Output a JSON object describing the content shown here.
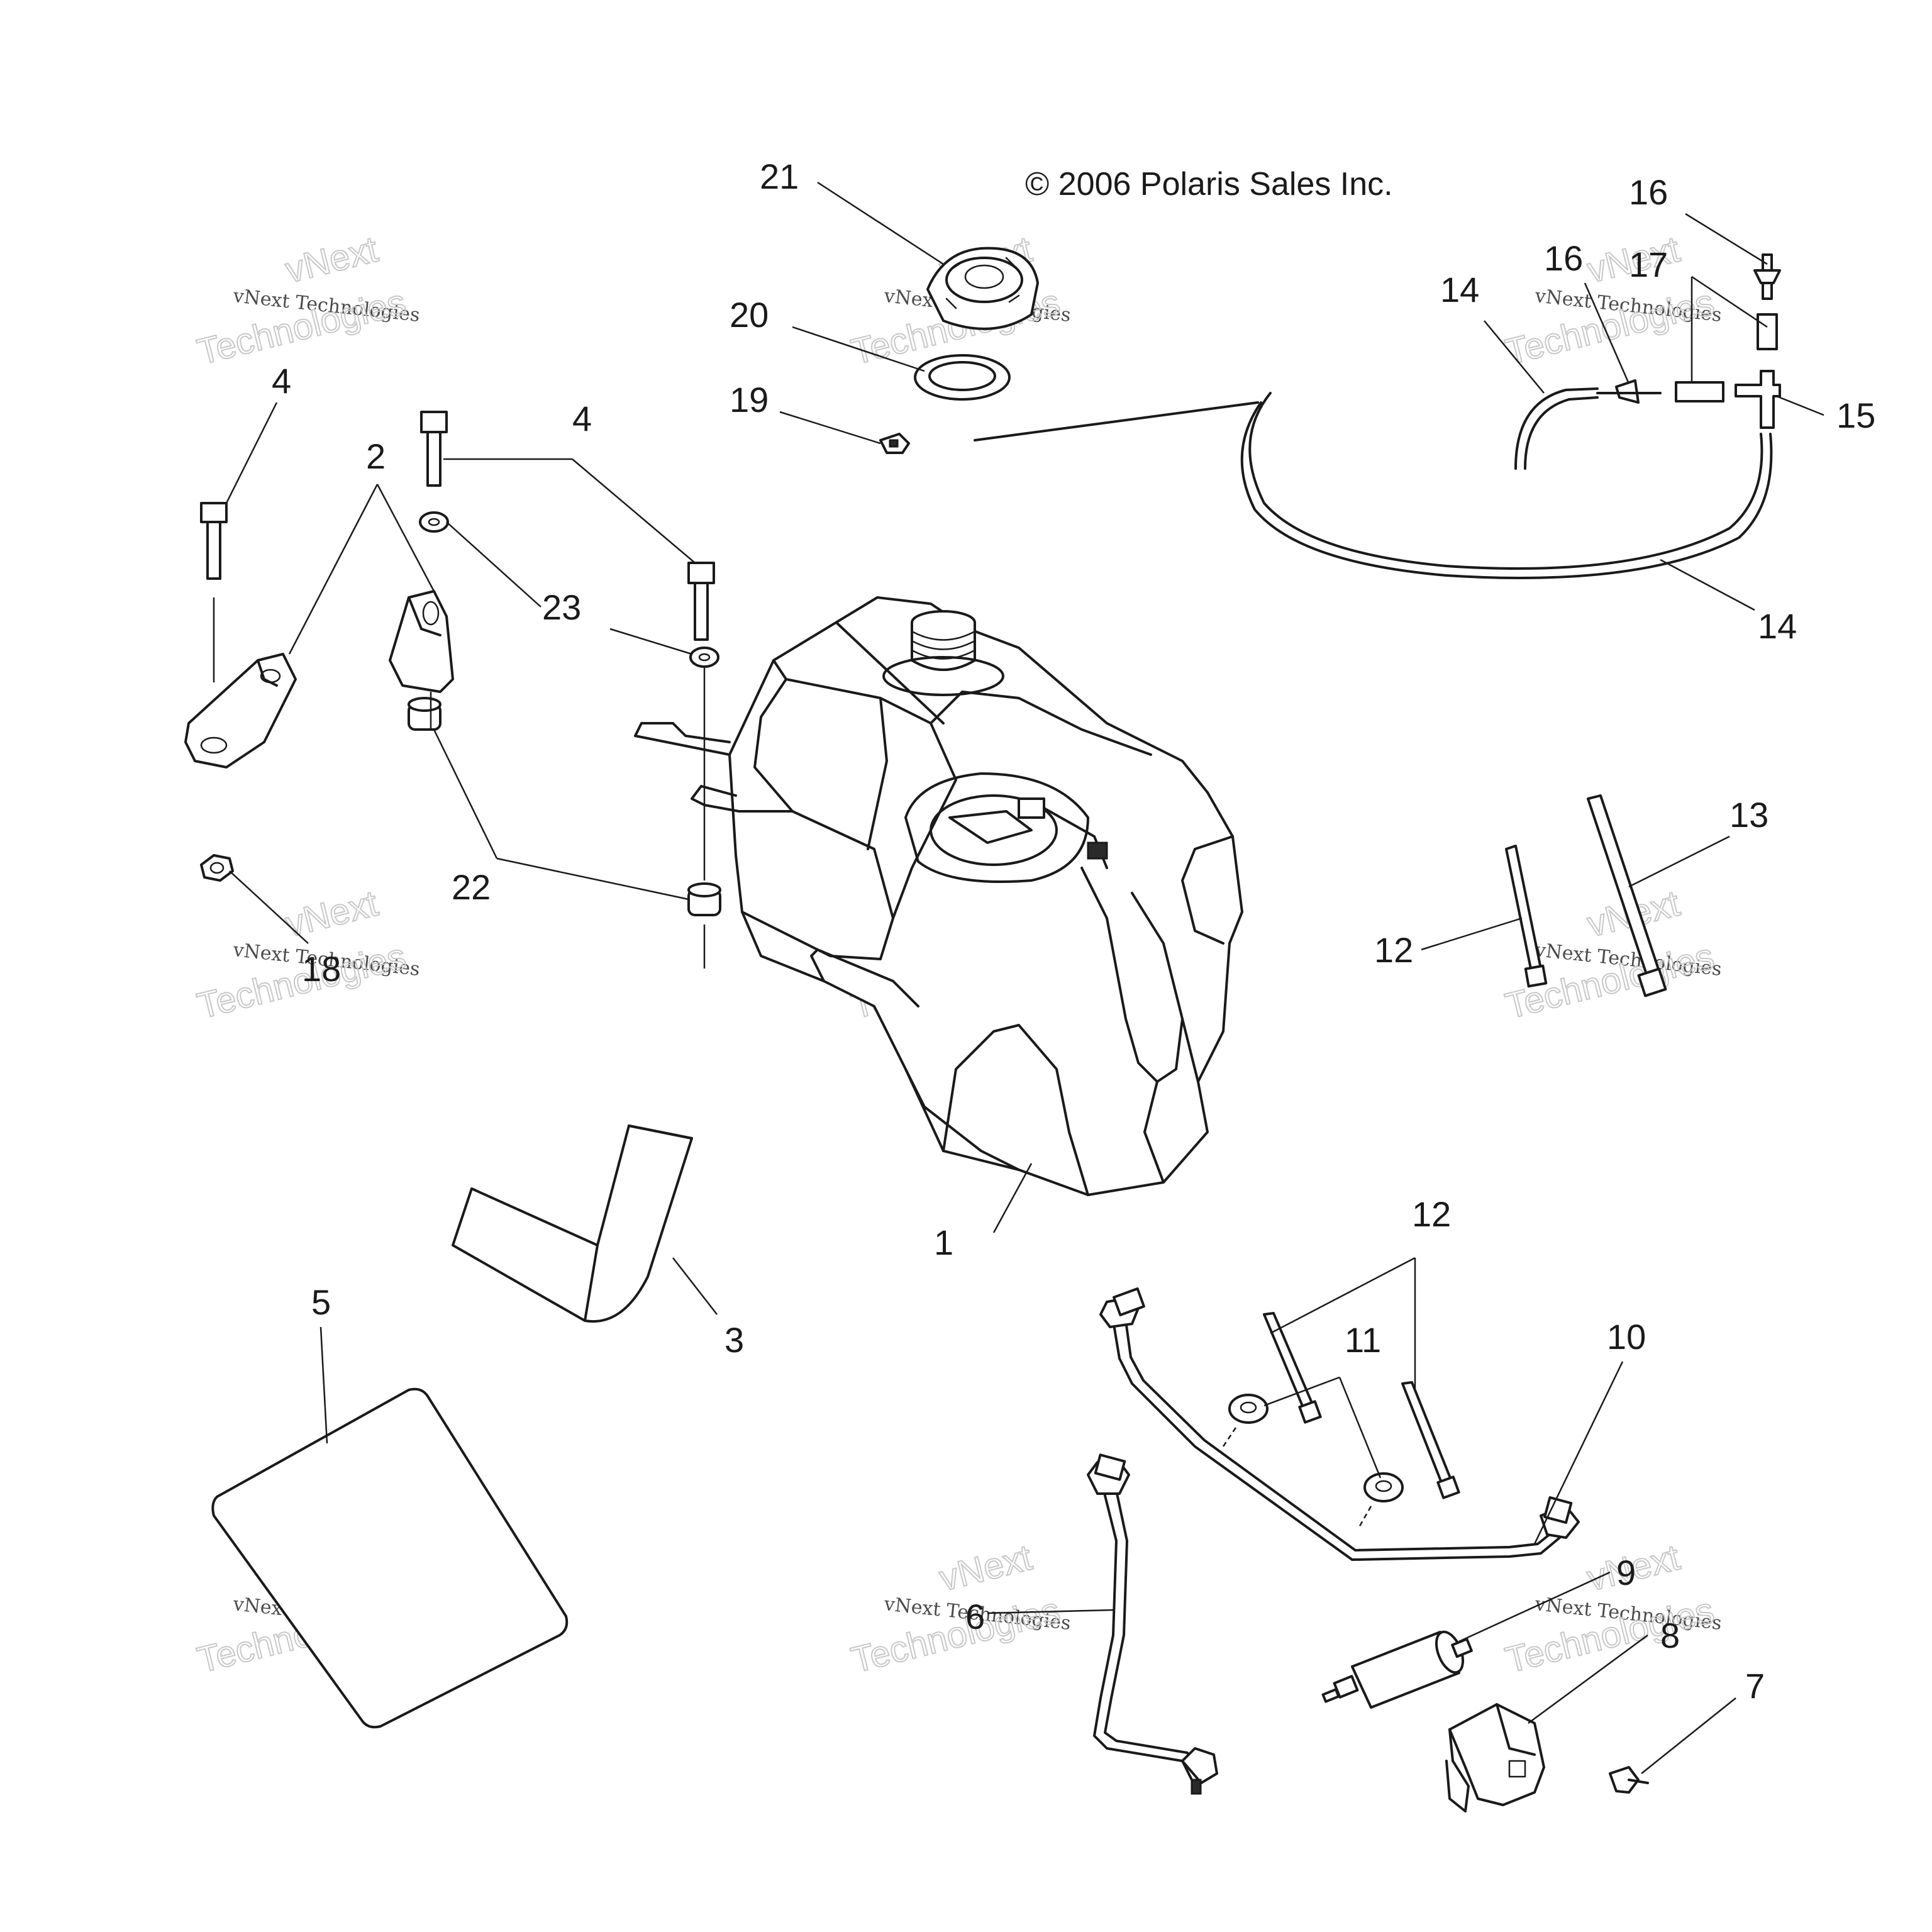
{
  "copyright": "© 2006 Polaris Sales Inc.",
  "watermark": {
    "brand_top": "vNext",
    "line": "vNext Technologies",
    "bottom": "Technologies"
  },
  "callouts": [
    {
      "id": "c21",
      "text": "21"
    },
    {
      "id": "c20",
      "text": "20"
    },
    {
      "id": "c19",
      "text": "19"
    },
    {
      "id": "c16a",
      "text": "16"
    },
    {
      "id": "c16b",
      "text": "16"
    },
    {
      "id": "c17",
      "text": "17"
    },
    {
      "id": "c14a",
      "text": "14"
    },
    {
      "id": "c14b",
      "text": "14"
    },
    {
      "id": "c15",
      "text": "15"
    },
    {
      "id": "c4a",
      "text": "4"
    },
    {
      "id": "c4b",
      "text": "4"
    },
    {
      "id": "c2",
      "text": "2"
    },
    {
      "id": "c23",
      "text": "23"
    },
    {
      "id": "c22",
      "text": "22"
    },
    {
      "id": "c18",
      "text": "18"
    },
    {
      "id": "c13",
      "text": "13"
    },
    {
      "id": "c12a",
      "text": "12"
    },
    {
      "id": "c12b",
      "text": "12"
    },
    {
      "id": "c1",
      "text": "1"
    },
    {
      "id": "c3",
      "text": "3"
    },
    {
      "id": "c5",
      "text": "5"
    },
    {
      "id": "c11",
      "text": "11"
    },
    {
      "id": "c10",
      "text": "10"
    },
    {
      "id": "c9",
      "text": "9"
    },
    {
      "id": "c8",
      "text": "8"
    },
    {
      "id": "c7",
      "text": "7"
    },
    {
      "id": "c6",
      "text": "6"
    }
  ]
}
